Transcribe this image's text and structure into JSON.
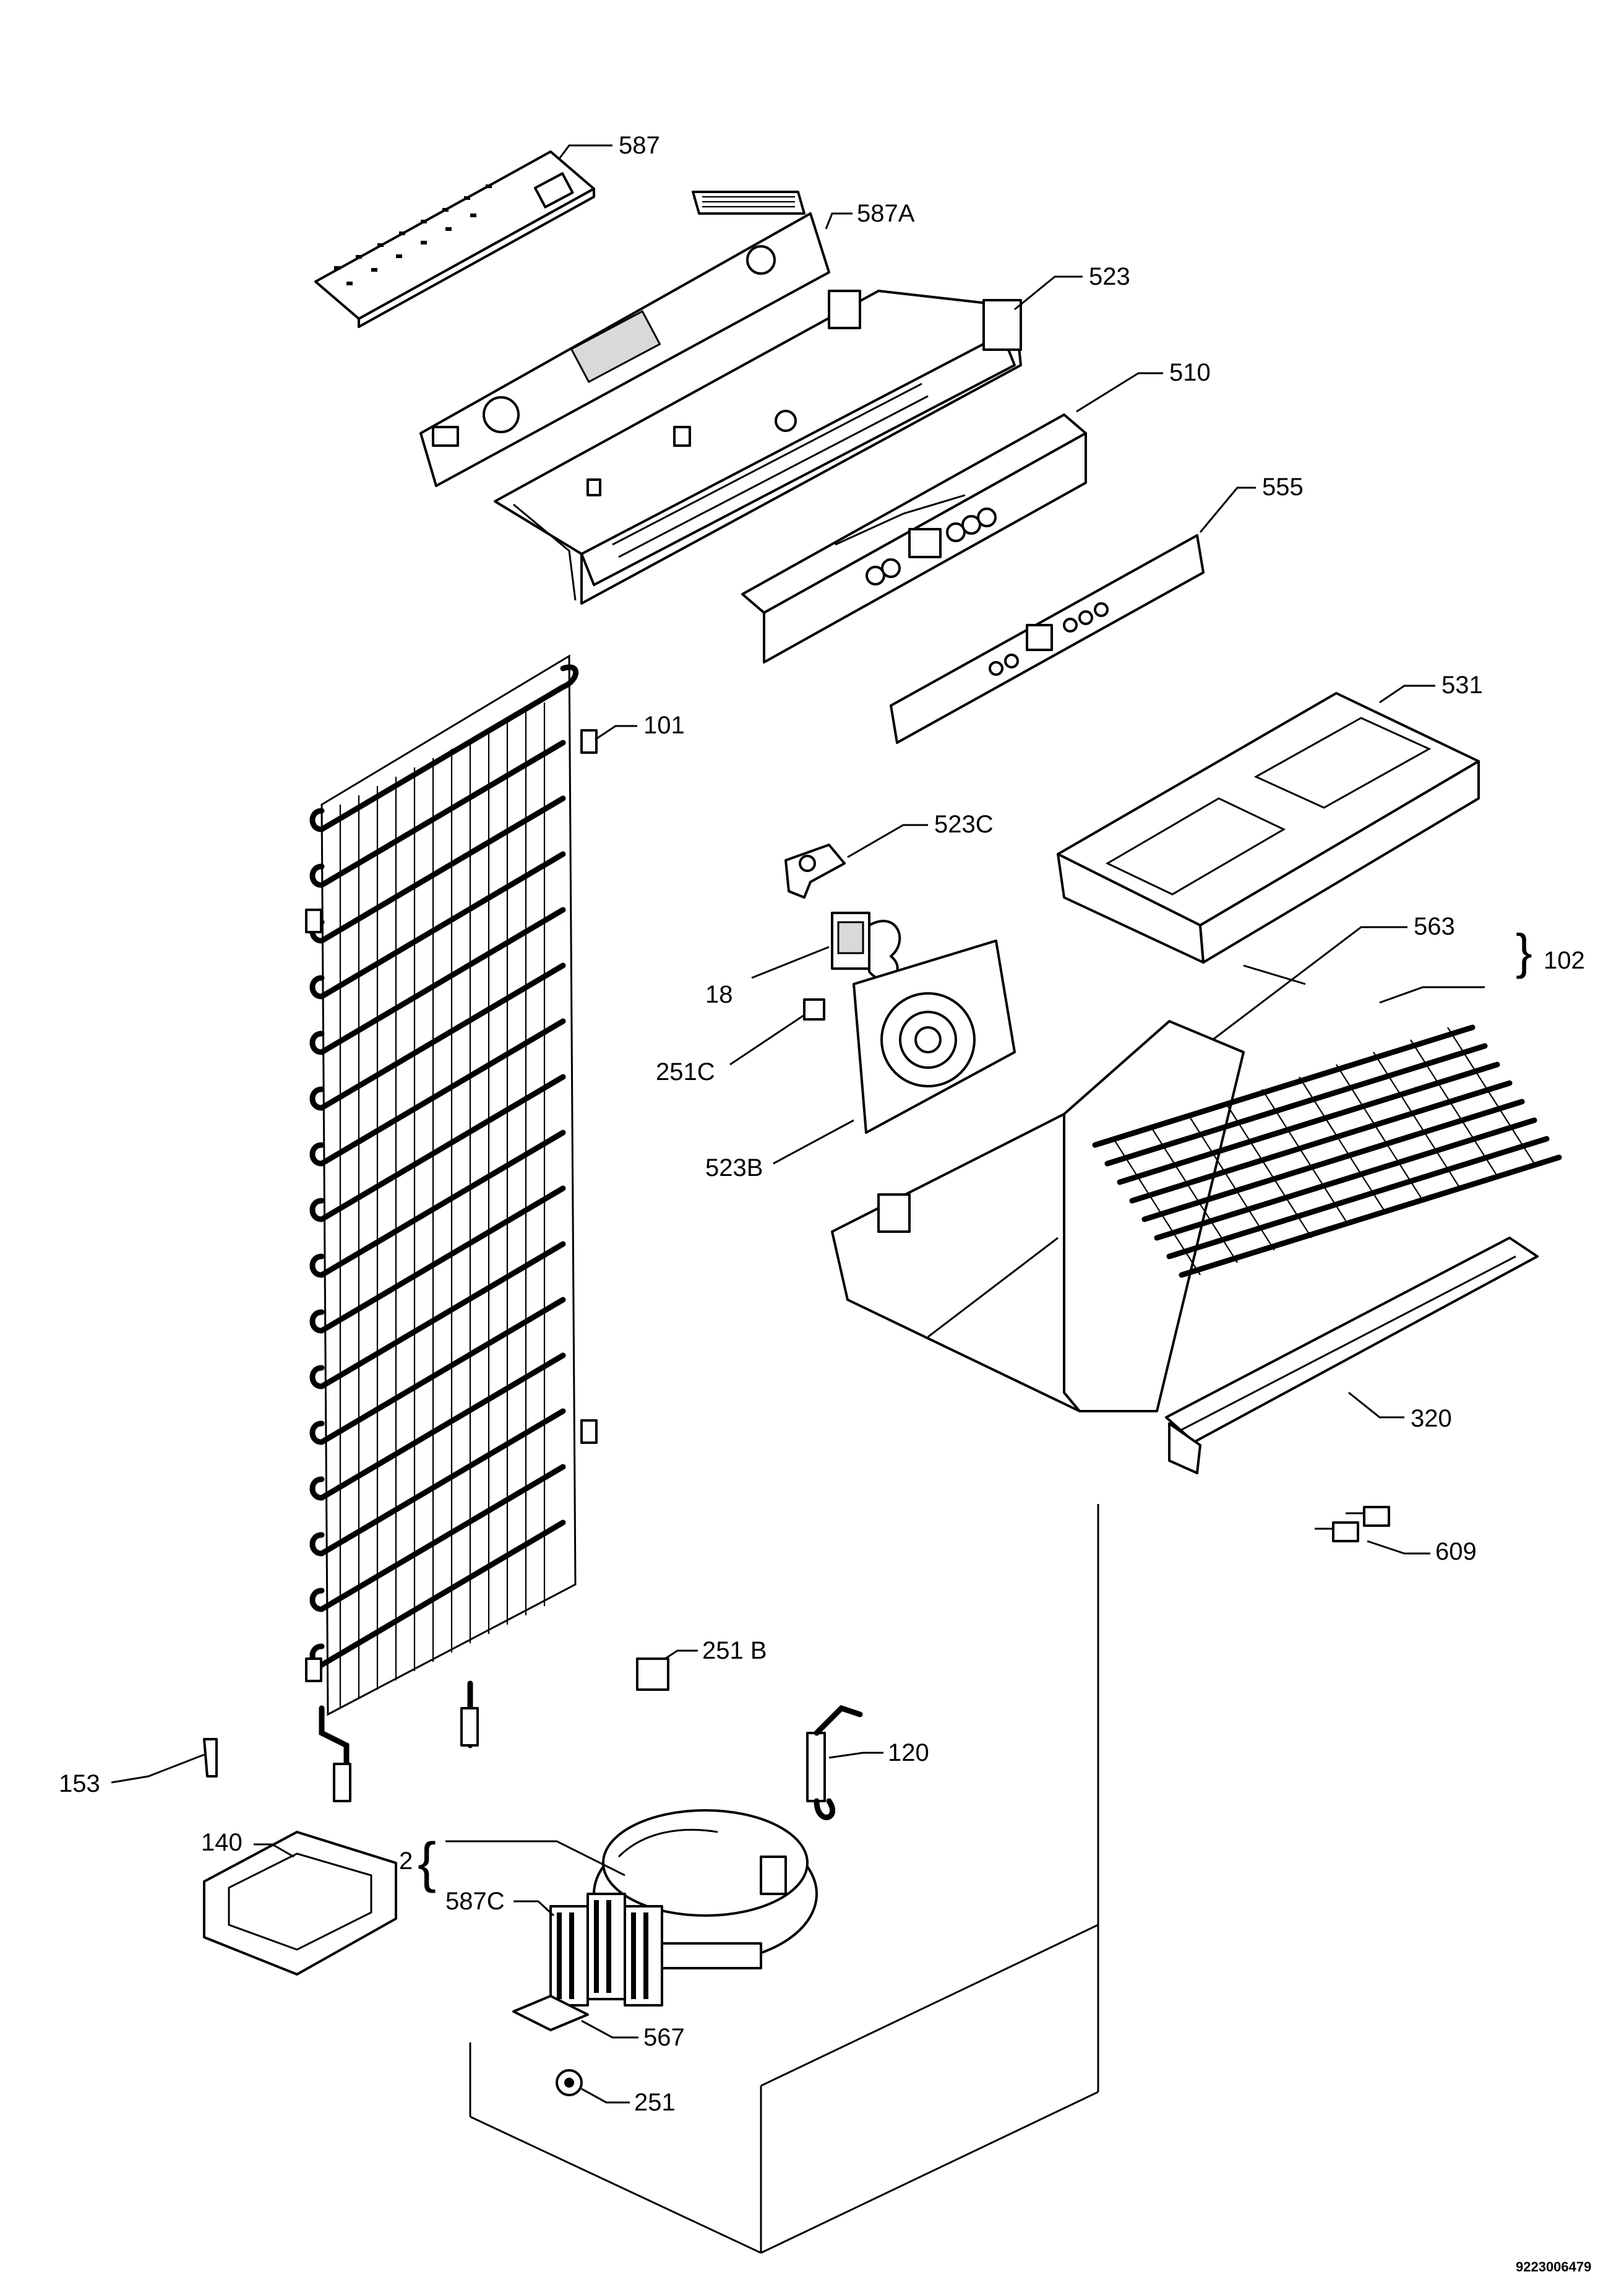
{
  "diagram": {
    "document_number": "9223006479",
    "labels": {
      "l587": "587",
      "l587A": "587A",
      "l523": "523",
      "l510": "510",
      "l555": "555",
      "l531": "531",
      "l101": "101",
      "l523C": "523C",
      "l563": "563",
      "l102": "102",
      "l18": "18",
      "l251C": "251C",
      "l523B": "523B",
      "l320": "320",
      "l609": "609",
      "l251B": "251 B",
      "l120": "120",
      "l153": "153",
      "l140": "140",
      "l2": "2",
      "l587C": "587C",
      "l567": "567",
      "l251": "251"
    }
  }
}
